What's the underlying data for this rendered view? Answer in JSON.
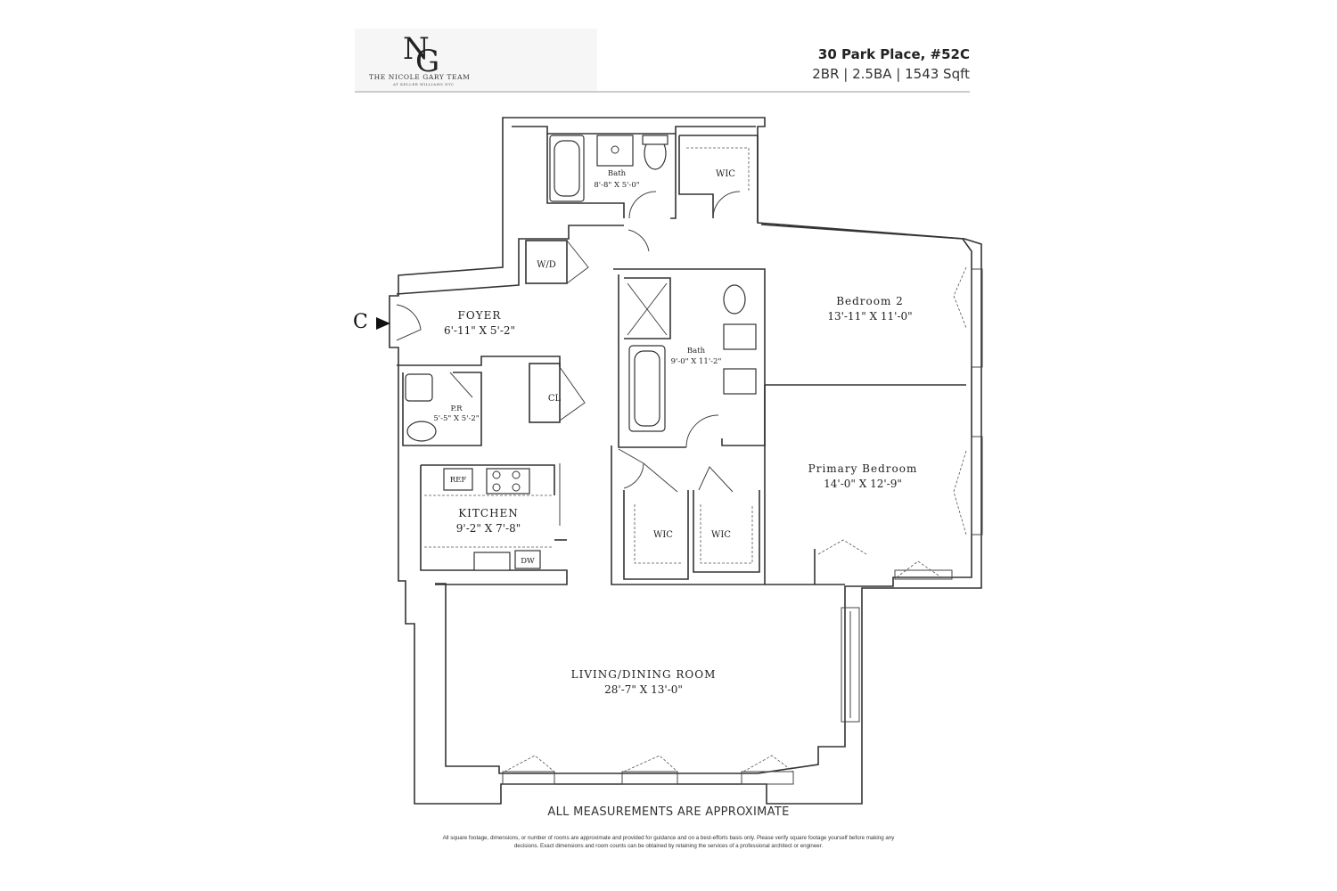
{
  "logo": {
    "letter_top": "N",
    "letter_bottom": "G",
    "team_name": "THE NICOLE GARY TEAM",
    "team_sub": "AT KELLER WILLIAMS NYC"
  },
  "header": {
    "address": "30 Park Place, #52C",
    "details": "2BR | 2.5BA | 1543 Sqft"
  },
  "entry_marker": "C",
  "rooms": {
    "bath_top": {
      "name": "Bath",
      "dims": "8'-8\" X 5'-0\""
    },
    "wic_top": {
      "name": "WIC"
    },
    "wd": {
      "name": "W/D"
    },
    "foyer": {
      "name": "FOYER",
      "dims": "6'-11\" X 5'-2\""
    },
    "powder": {
      "name": "P.R",
      "dims": "5'-5\" X 5'-2\""
    },
    "closet": {
      "name": "CL"
    },
    "bath_main": {
      "name": "Bath",
      "dims": "9'-0\" X 11'-2\""
    },
    "bedroom2": {
      "name": "Bedroom 2",
      "dims": "13'-11\" X 11'-0\""
    },
    "primary": {
      "name": "Primary Bedroom",
      "dims": "14'-0\" X 12'-9\""
    },
    "kitchen": {
      "name": "KITCHEN",
      "dims": "9'-2\" X 7'-8\""
    },
    "ref": {
      "name": "REF"
    },
    "dw": {
      "name": "DW"
    },
    "wic_left": {
      "name": "WIC"
    },
    "wic_right": {
      "name": "WIC"
    },
    "living": {
      "name": "LIVING/DINING ROOM",
      "dims": "28'-7\" X 13'-0\""
    }
  },
  "footer": {
    "approx_note": "ALL MEASUREMENTS ARE APPROXIMATE",
    "disclaimer_line1": "All square footage, dimensions, or number of rooms are approximate and provided for guidance and on a best-efforts basis only. Please verify square footage yourself before making any",
    "disclaimer_line2": "decisions. Exact dimensions and room counts can be obtained by retaining the services of a professional architect or engineer."
  }
}
